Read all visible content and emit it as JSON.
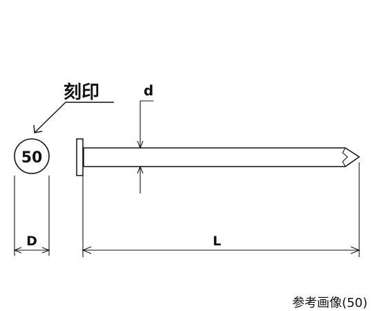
{
  "labels": {
    "stamp": "刻印",
    "stamp_number": "50",
    "shank_diameter": "d",
    "head_diameter": "D",
    "length": "L"
  },
  "caption": "参考画像(50)",
  "colors": {
    "line": "#111111",
    "background": "#ffffff"
  }
}
